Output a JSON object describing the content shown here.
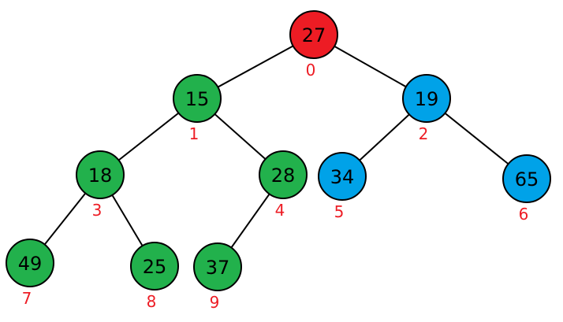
{
  "colors": {
    "root": "#ed1c24",
    "left_subtree": "#22b14c",
    "right_subtree": "#00a2e8",
    "index_text": "#ed1c24"
  },
  "tree": {
    "nodes": [
      {
        "index": "0",
        "value": "27",
        "group": "root"
      },
      {
        "index": "1",
        "value": "15",
        "group": "left_subtree"
      },
      {
        "index": "2",
        "value": "19",
        "group": "right_subtree"
      },
      {
        "index": "3",
        "value": "18",
        "group": "left_subtree"
      },
      {
        "index": "4",
        "value": "28",
        "group": "left_subtree"
      },
      {
        "index": "5",
        "value": "34",
        "group": "right_subtree"
      },
      {
        "index": "6",
        "value": "65",
        "group": "right_subtree"
      },
      {
        "index": "7",
        "value": "49",
        "group": "left_subtree"
      },
      {
        "index": "8",
        "value": "25",
        "group": "left_subtree"
      },
      {
        "index": "9",
        "value": "37",
        "group": "left_subtree"
      }
    ],
    "edges": [
      [
        "0",
        "1"
      ],
      [
        "0",
        "2"
      ],
      [
        "1",
        "3"
      ],
      [
        "1",
        "4"
      ],
      [
        "2",
        "5"
      ],
      [
        "2",
        "6"
      ],
      [
        "3",
        "7"
      ],
      [
        "3",
        "8"
      ],
      [
        "4",
        "9"
      ]
    ]
  }
}
